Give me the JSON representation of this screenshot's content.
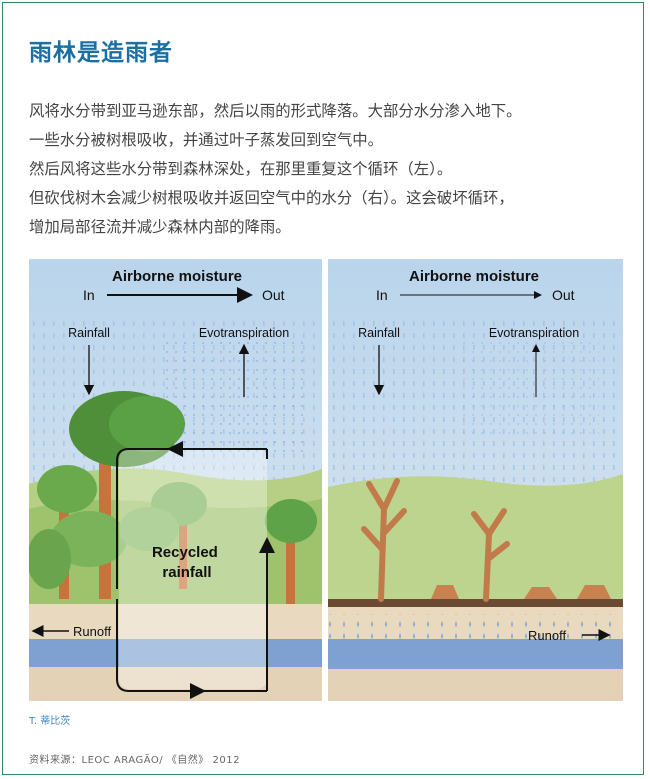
{
  "header": {
    "title": "雨林是造雨者"
  },
  "body": {
    "lines": [
      "风将水分带到亚马逊东部，然后以雨的形式降落。大部分水分渗入地下。",
      "一些水分被树根吸收，并通过叶子蒸发回到空气中。",
      "然后风将这些水分带到森林深处，在那里重复这个循环（左）。",
      "但砍伐树木会减少树根吸收并返回空气中的水分（右）。这会破坏循环，",
      "增加局部径流并减少森林内部的降雨。"
    ]
  },
  "diagram": {
    "left": {
      "airborne_title": "Airborne moisture",
      "in_label": "In",
      "out_label": "Out",
      "rainfall_label": "Rainfall",
      "evo_label": "Evotranspiration",
      "recycled_line1": "Recycled",
      "recycled_line2": "rainfall",
      "runoff_label": "Runoff"
    },
    "right": {
      "airborne_title": "Airborne moisture",
      "in_label": "In",
      "out_label": "Out",
      "rainfall_label": "Rainfall",
      "evo_label": "Evotranspiration",
      "runoff_label": "Runoff"
    }
  },
  "credit": "T. 蒂比茨",
  "source": "资料来源：LEOC ARAGÃO/ 《自然》 2012",
  "colors": {
    "title": "#1a6fa3",
    "border": "#2e8b57",
    "sky": "#c5dcee",
    "hill": "#a8c97a",
    "ground": "#e8d7b8",
    "water": "#7fa7d6"
  }
}
